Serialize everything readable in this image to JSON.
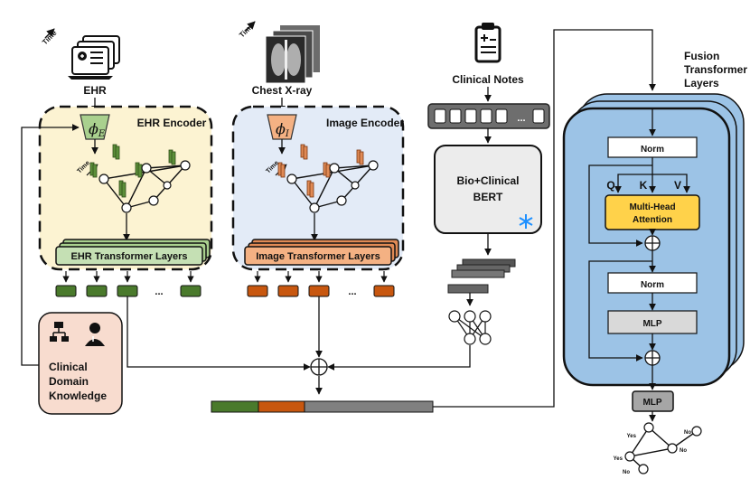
{
  "inputs": {
    "ehr_label": "EHR",
    "cxr_label": "Chest X-ray",
    "notes_label": "Clinical Notes",
    "time_label": "Time"
  },
  "ehr_encoder": {
    "title": "EHR Encoder",
    "phi_symbol": "ϕ",
    "phi_sub": "E",
    "transformer_label": "EHR Transformer Layers",
    "color_fill": "#fcf3d2",
    "token_color": "#4a7a2c"
  },
  "image_encoder": {
    "title": "Image Encoder",
    "phi_symbol": "ϕ",
    "phi_sub": "I",
    "transformer_label": "Image Transformer Layers",
    "color_fill": "#e3ebf7",
    "token_color": "#c8570f"
  },
  "notes_encoder": {
    "bert_line1": "Bio+Clinical",
    "bert_line2": "BERT",
    "frozen_icon": "snowflake-icon",
    "ellipsis": "..."
  },
  "tokens": {
    "ellipsis": "..."
  },
  "knowledge": {
    "line1": "Clinical",
    "line2": "Domain",
    "line3": "Knowledge",
    "icons": [
      "hierarchy-icon",
      "doctor-icon"
    ]
  },
  "fusion": {
    "title_line1": "Fusion",
    "title_line2": "Transformer",
    "title_line3": "Layers",
    "norm1": "Norm",
    "attn_line1": "Multi-Head",
    "attn_line2": "Attention",
    "q": "Q",
    "k": "K",
    "v": "V",
    "norm2": "Norm",
    "mlp": "MLP",
    "panel_color": "#9cc3e6",
    "attn_color": "#ffd24a"
  },
  "head": {
    "mlp": "MLP",
    "outputs": [
      "Yes",
      "Yes",
      "No",
      "No",
      "No"
    ]
  },
  "symbols": {
    "plus": "⊕"
  }
}
